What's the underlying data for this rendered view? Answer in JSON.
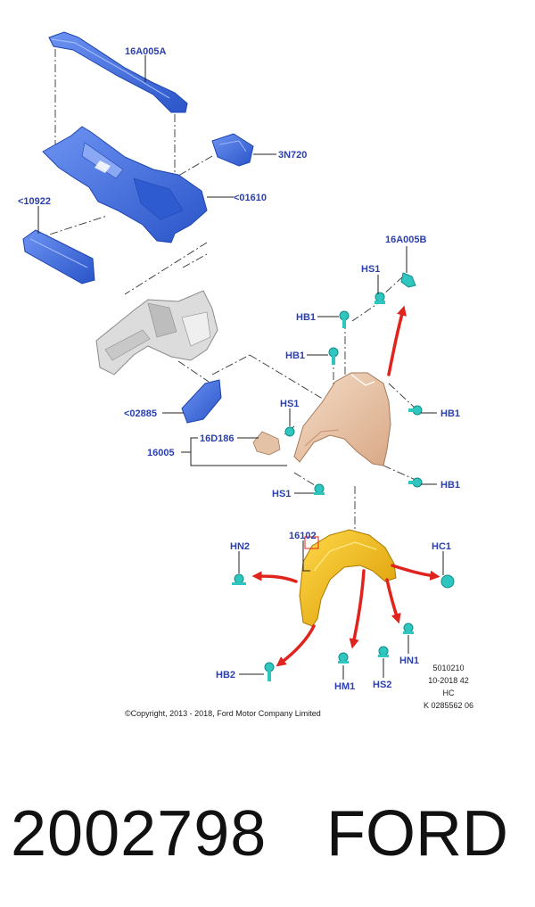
{
  "labels": {
    "part_16A005A": "16A005A",
    "part_3N720": "3N720",
    "part_01610": "<01610",
    "part_10922": "<10922",
    "part_02885": "<02885",
    "part_16A005B": "16A005B",
    "hs1_top": "HS1",
    "hb1_upper": "HB1",
    "hb1_second": "HB1",
    "hb1_right_upper": "HB1",
    "hb1_right_lower": "HB1",
    "hs1_mid": "HS1",
    "part_16D186": "16D186",
    "part_16005": "16005",
    "hs1_lower": "HS1",
    "part_16102": "16102",
    "hn2": "HN2",
    "hc1": "HC1",
    "hb2": "HB2",
    "hm1": "HM1",
    "hs2": "HS2",
    "hn1": "HN1"
  },
  "meta": {
    "line1": "5010210",
    "line2": "10-2018 42",
    "line3": "HC",
    "line4": "K 0285562 06"
  },
  "copyright": "©Copyright, 2013 - 2018, Ford Motor Company Limited",
  "footer": {
    "part_number": "2002798",
    "brand": "FORD"
  },
  "colors": {
    "blue_parts": "#3f6ee0",
    "grey_assembly": "#d9d9d9",
    "fender": "#e8c4a4",
    "liner": "#f1b911",
    "fastener": "#2fc6c0",
    "arrow": "#e0231d",
    "label": "#2b3fb0"
  }
}
